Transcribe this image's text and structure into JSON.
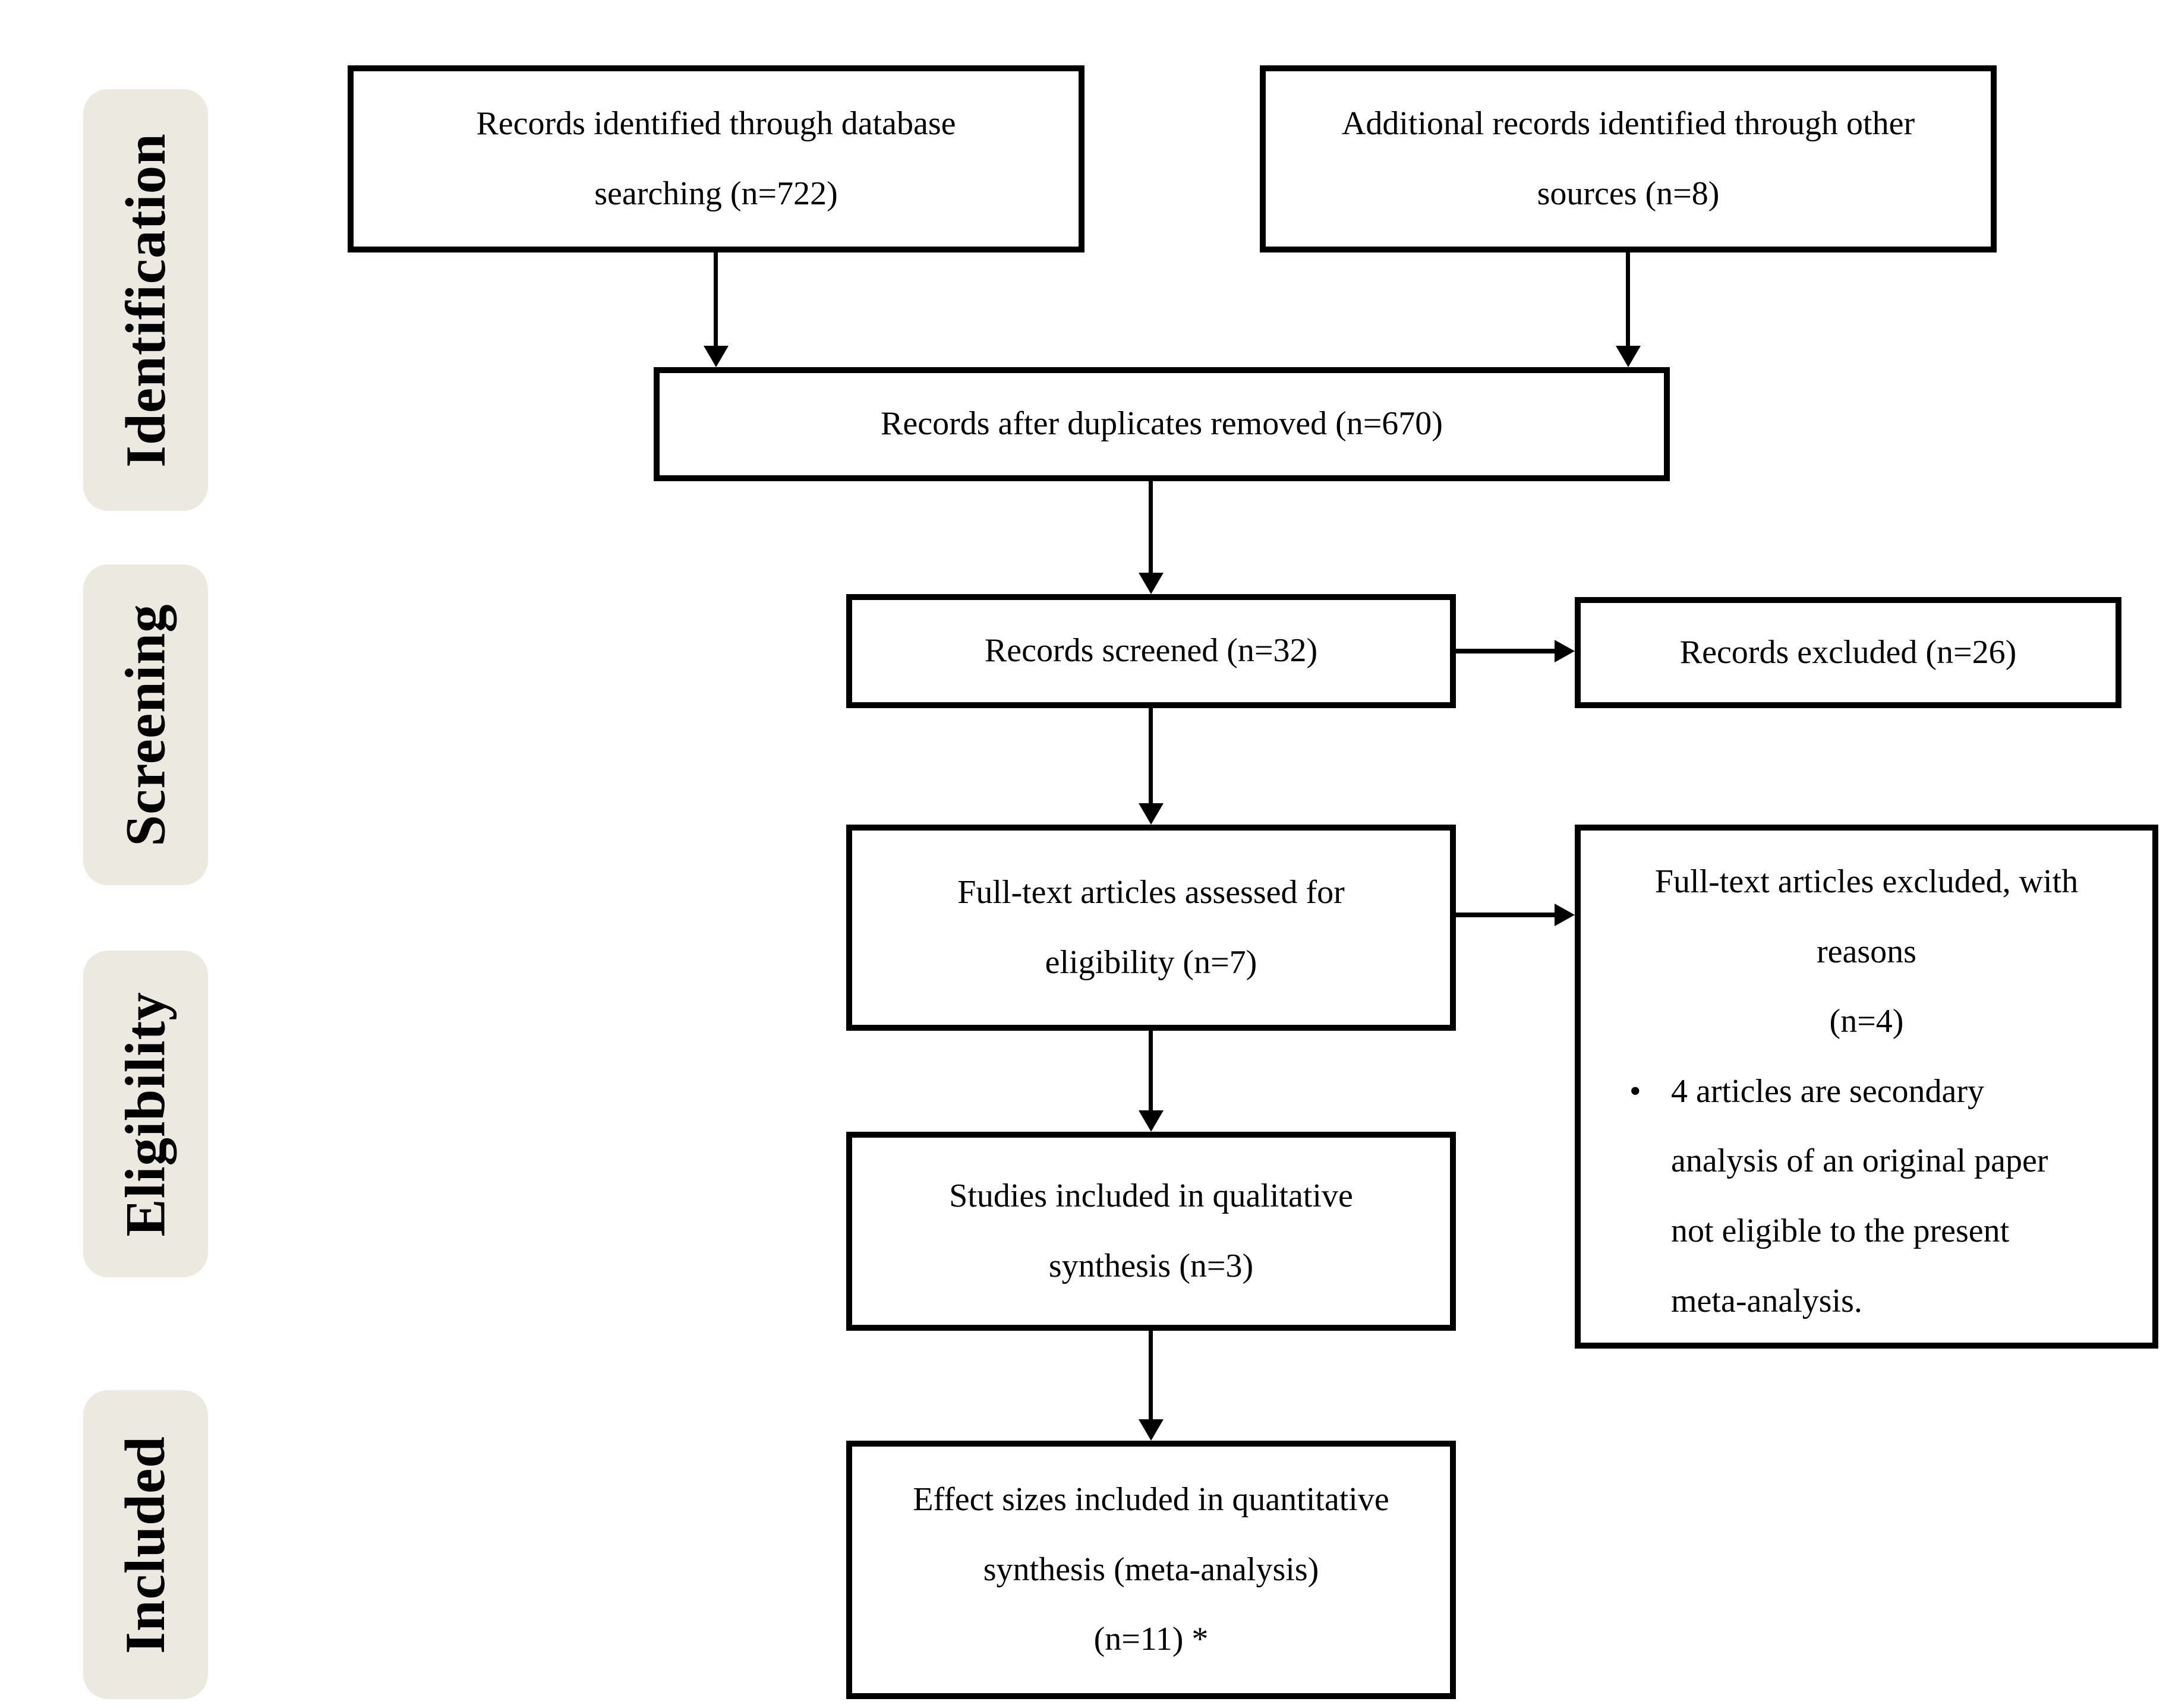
{
  "diagram": {
    "kind": "PRISMA flow diagram",
    "stages": [
      {
        "label": "Identification"
      },
      {
        "label": "Screening"
      },
      {
        "label": "Eligibility"
      },
      {
        "label": "Included"
      }
    ],
    "boxes": {
      "records_identified": {
        "text": "Records identified through database\nsearching (n=722)"
      },
      "additional_records": {
        "text": "Additional records identified through other\nsources (n=8)"
      },
      "after_duplicates": {
        "text": "Records after duplicates removed (n=670)"
      },
      "records_screened": {
        "text": "Records screened (n=32)"
      },
      "records_excluded": {
        "text": "Records excluded (n=26)"
      },
      "fulltext_assessed": {
        "text": "Full-text articles assessed for\neligibility (n=7)"
      },
      "fulltext_excluded": {
        "heading": "Full-text articles excluded, with\nreasons\n(n=4)",
        "bullet": "•",
        "reason": "4 articles are secondary\nanalysis of an original paper\nnot eligible to the present\nmeta-analysis."
      },
      "qualitative_synthesis": {
        "text": "Studies included in qualitative\nsynthesis (n=3)"
      },
      "quantitative_synthesis": {
        "text": "Effect sizes included in quantitative\nsynthesis (meta-analysis)\n(n=11) *"
      }
    },
    "colors": {
      "background": "#FFFFFF",
      "box_border": "#000000",
      "text": "#000000",
      "stage_label_background": "#ECEAE0",
      "arrow": "#000000"
    }
  }
}
